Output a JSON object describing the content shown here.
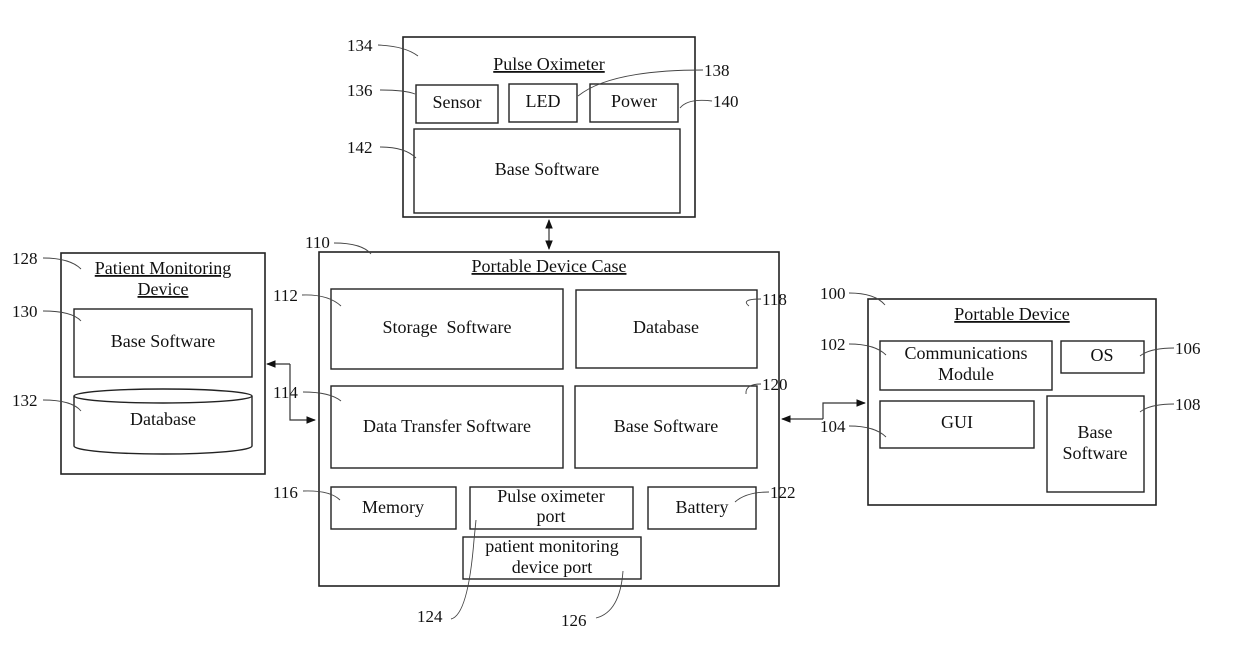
{
  "diagram": {
    "pulse_oximeter": {
      "ref": "134",
      "title": "Pulse Oximeter",
      "sensor": {
        "ref": "136",
        "label": "Sensor"
      },
      "led": {
        "ref": "138",
        "label": "LED"
      },
      "power": {
        "ref": "140",
        "label": "Power"
      },
      "base_software": {
        "ref": "142",
        "label": "Base Software"
      }
    },
    "portable_device_case": {
      "ref": "110",
      "title": "Portable Device Case",
      "storage_software": {
        "ref": "112",
        "label": "Storage  Software"
      },
      "database": {
        "ref": "118",
        "label": "Database"
      },
      "data_transfer_software": {
        "ref": "114",
        "label": "Data Transfer Software"
      },
      "base_software": {
        "ref": "120",
        "label": "Base Software"
      },
      "memory": {
        "ref": "116",
        "label": "Memory"
      },
      "pulse_oximeter_port": {
        "ref": "124",
        "line1": "Pulse oximeter",
        "line2": "port"
      },
      "battery": {
        "ref": "122",
        "label": "Battery"
      },
      "patient_monitoring_device_port": {
        "ref": "126",
        "line1": "patient monitoring",
        "line2": "device port"
      }
    },
    "patient_monitoring_device": {
      "ref": "128",
      "title_line1": "Patient Monitoring",
      "title_line2": "Device",
      "base_software": {
        "ref": "130",
        "label": "Base Software"
      },
      "database": {
        "ref": "132",
        "label": "Database"
      }
    },
    "portable_device": {
      "ref": "100",
      "title": "Portable Device",
      "communications_module": {
        "ref": "102",
        "line1": "Communications",
        "line2": "Module"
      },
      "os": {
        "ref": "106",
        "label": "OS"
      },
      "gui": {
        "ref": "104",
        "label": "GUI"
      },
      "base_software": {
        "ref": "108",
        "line1": "Base",
        "line2": "Software"
      }
    },
    "connections": [
      {
        "from": "pulse_oximeter",
        "to": "portable_device_case",
        "type": "bidirectional"
      },
      {
        "from": "patient_monitoring_device",
        "to": "portable_device_case",
        "type": "bidirectional"
      },
      {
        "from": "portable_device_case",
        "to": "portable_device",
        "type": "bidirectional"
      }
    ]
  }
}
